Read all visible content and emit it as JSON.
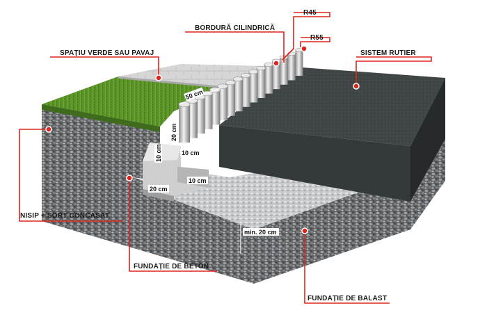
{
  "labels": {
    "r45": "R45",
    "bordura": "BORDURĂ CILINDRICĂ",
    "r55": "R55",
    "spatiu_verde": "SPAȚIU VERDE SAU PAVAJ",
    "sistem_rutier": "SISTEM RUTIER",
    "nisip": "NISIP + SORT CONCASAT",
    "fundatie_beton": "FUNDAȚIE DE BETON",
    "fundatie_balast": "FUNDAȚIE DE BALAST"
  },
  "dimensions": {
    "d50": "50 cm",
    "d20_vertical": "20 cm",
    "d10_a": "10 cm",
    "d10_b": "10 cm",
    "d10_c": "10 cm",
    "d20_bottom": "20 cm",
    "min20": "min. 20 cm"
  },
  "colors": {
    "leader": "#e0231c",
    "grass": "#5f9a2a",
    "asphalt": "#3d4242",
    "gravel": "#6a6d70",
    "paving": "#d4d4d4",
    "concrete": "#c9c9c9"
  }
}
